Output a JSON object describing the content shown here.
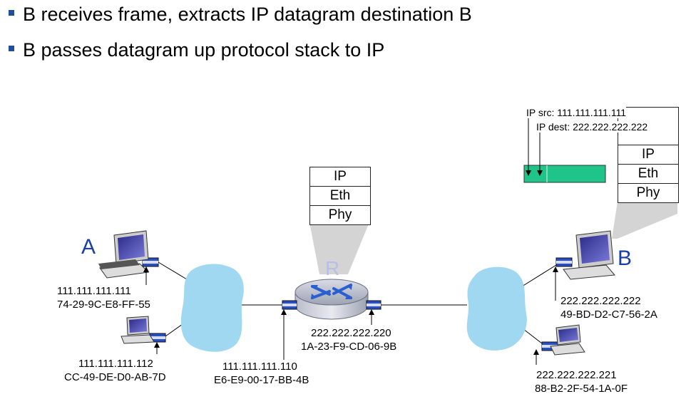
{
  "bullets": [
    "B receives frame, extracts IP datagram destination B",
    "B passes datagram up protocol stack to IP"
  ],
  "router": {
    "label": "R",
    "stack": [
      "IP",
      "Eth",
      "Phy"
    ]
  },
  "host_b_stack": [
    "IP",
    "Eth",
    "Phy"
  ],
  "datagram_header": {
    "src": "IP src: 111.111.111.111",
    "dest": "IP dest: 222.222.222.222"
  },
  "nodes": {
    "a": "A",
    "b": "B"
  },
  "interfaces": {
    "host_a": {
      "ip": "111.111.111.111",
      "mac": "74-29-9C-E8-FF-55"
    },
    "host_a2": {
      "ip": "111.111.111.112",
      "mac": "CC-49-DE-D0-AB-7D"
    },
    "router_left": {
      "ip": "111.111.111.110",
      "mac": "E6-E9-00-17-BB-4B"
    },
    "router_right": {
      "ip": "222.222.222.220",
      "mac": "1A-23-F9-CD-06-9B"
    },
    "host_b": {
      "ip": "222.222.222.222",
      "mac": "49-BD-D2-C7-56-2A"
    },
    "host_b2": {
      "ip": "222.222.222.221",
      "mac": "88-B2-2F-54-1A-0F"
    }
  },
  "colors": {
    "bullet": "#1F4E9A",
    "cloud": "#9FD8F0",
    "frame": "#1FC48A",
    "node_label": "#1A3FA8",
    "router_label": "#B8BEE8"
  }
}
